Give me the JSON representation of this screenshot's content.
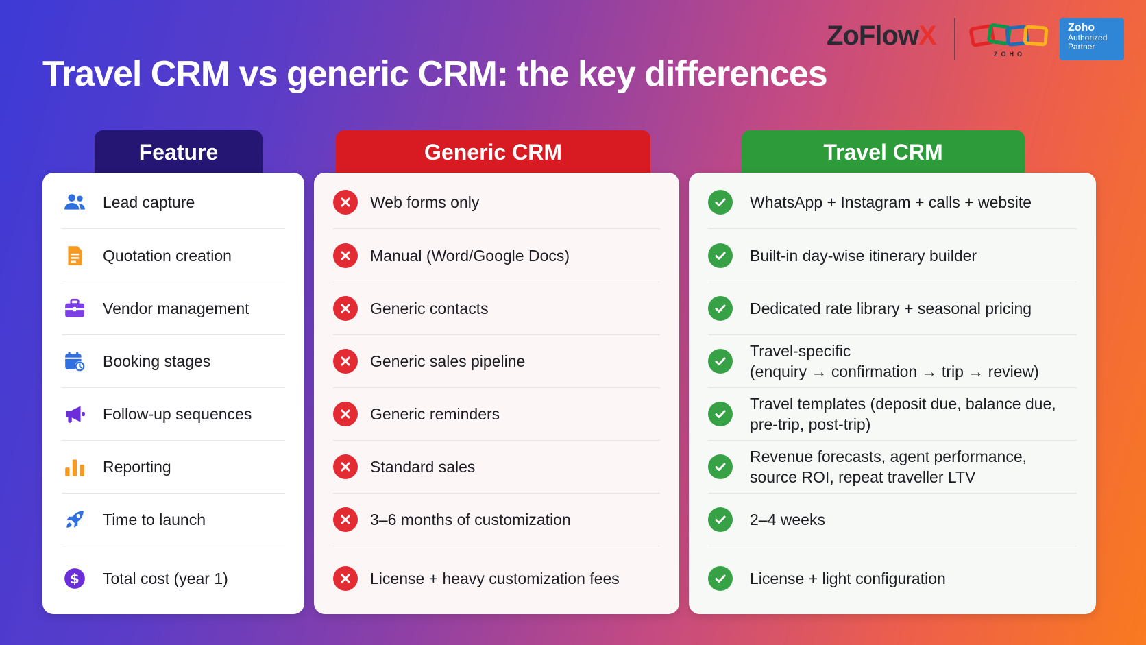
{
  "title": "Travel CRM vs generic CRM: the key differences",
  "brand": {
    "name_main": "ZoFlow",
    "name_x": "X",
    "zoho_word": "ZOHO",
    "badge_line1": "Zoho",
    "badge_line2": "Authorized",
    "badge_line3": "Partner"
  },
  "colors": {
    "feature_header": "#241672",
    "generic_header": "#d81b22",
    "travel_header": "#2e9b3b",
    "cross": "#e32b33",
    "check": "#37a146"
  },
  "columns": {
    "feature": "Feature",
    "generic": "Generic CRM",
    "travel": "Travel CRM"
  },
  "rows": [
    {
      "icon": "users-icon",
      "feature": "Lead capture",
      "generic": "Web forms only",
      "travel_l1": "WhatsApp + Instagram + calls + website",
      "travel_l2": ""
    },
    {
      "icon": "document-icon",
      "feature": "Quotation creation",
      "generic": "Manual (Word/Google Docs)",
      "travel_l1": "Built-in day-wise itinerary builder",
      "travel_l2": ""
    },
    {
      "icon": "briefcase-icon",
      "feature": "Vendor management",
      "generic": "Generic contacts",
      "travel_l1": "Dedicated rate library + seasonal pricing",
      "travel_l2": ""
    },
    {
      "icon": "calendar-clock-icon",
      "feature": "Booking stages",
      "generic": "Generic sales pipeline",
      "travel_l1": "Travel-specific",
      "travel_l2": "(enquiry → confirmation → trip → review)"
    },
    {
      "icon": "megaphone-icon",
      "feature": "Follow-up sequences",
      "generic": "Generic reminders",
      "travel_l1": "Travel templates (deposit due, balance due,",
      "travel_l2": "pre-trip, post-trip)"
    },
    {
      "icon": "bar-chart-icon",
      "feature": "Reporting",
      "generic": "Standard sales",
      "travel_l1": "Revenue forecasts, agent performance,",
      "travel_l2": "source ROI, repeat traveller LTV"
    },
    {
      "icon": "rocket-icon",
      "feature": "Time to launch",
      "generic": "3–6 months of customization",
      "travel_l1": "2–4 weeks",
      "travel_l2": ""
    },
    {
      "icon": "dollar-icon",
      "feature": "Total cost (year 1)",
      "generic": "License + heavy customization fees",
      "travel_l1": "License + light configuration",
      "travel_l2": ""
    }
  ]
}
